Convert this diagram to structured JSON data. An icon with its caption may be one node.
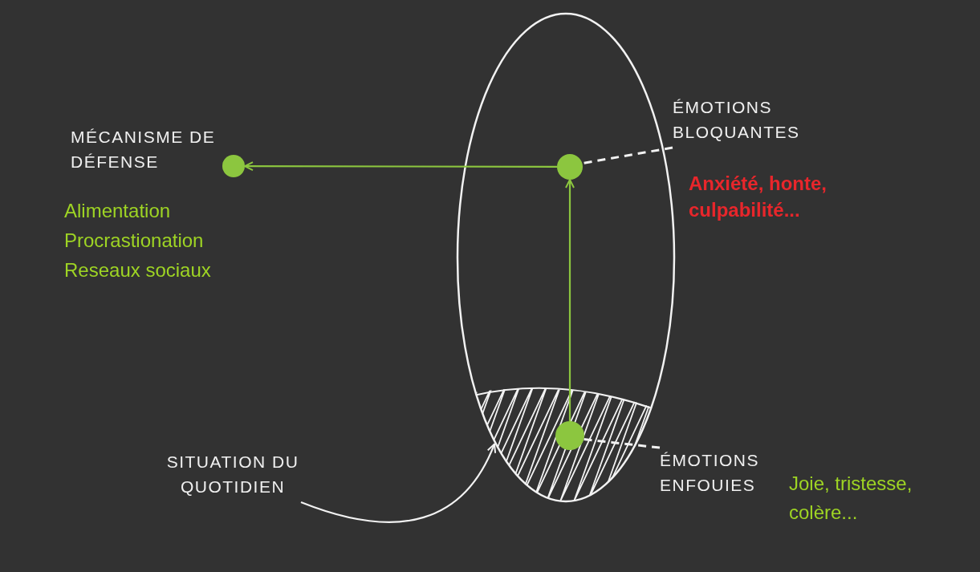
{
  "diagram": {
    "nodes": [
      {
        "text": [],
        "shape": "ellipse"
      },
      {
        "text": [],
        "shape": "circle",
        "in": 0
      },
      {
        "text": [],
        "shape": "circle",
        "in": 0
      },
      {
        "text": [],
        "shape": "circle",
        "beside": [
          "MÉCANISME DE DÉFENSE",
          "Alimentation",
          "Procrastionation",
          "Reseaux sociaux"
        ]
      },
      {
        "text": [
          "ÉMOTIONS BLOQUANTES"
        ],
        "beside": [
          "Anxiété, honte, culpabilité..."
        ]
      },
      {
        "text": [
          "ÉMOTIONS ENFOUIES"
        ],
        "beside": [
          "Joie, tristesse, colère..."
        ]
      },
      {
        "text": [
          "SITUATION DU QUOTIDIEN"
        ]
      }
    ],
    "edges": [
      {
        "from": 2,
        "to": 1,
        "arrow": "to",
        "color": "#8cc63f"
      },
      {
        "from": 1,
        "to": 3,
        "arrow": "to",
        "color": "#8cc63f"
      },
      {
        "from": 4,
        "to": 1,
        "arrow": "none",
        "style": "dashed"
      },
      {
        "from": 5,
        "to": 2,
        "arrow": "none",
        "style": "dashed"
      },
      {
        "from": 6,
        "to": 0,
        "arrow": "to"
      }
    ]
  }
}
